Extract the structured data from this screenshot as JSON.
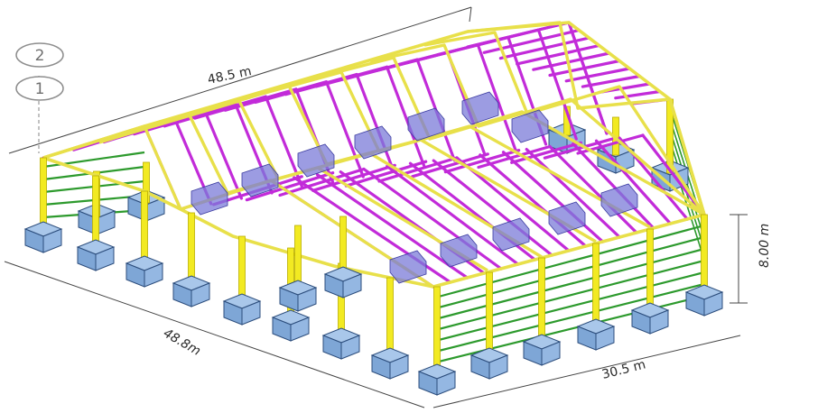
{
  "levels": [
    {
      "label": "2"
    },
    {
      "label": "1"
    }
  ],
  "dimensions": {
    "length_top": "48.5 m",
    "length_side": "48.8m",
    "width": "30.5 m",
    "height": "8.00 m"
  },
  "colors": {
    "column": "#f2ea22",
    "column_edge": "#b9ae00",
    "purlin": "#c22bd9",
    "rafter": "#e8e04a",
    "girt": "#2d9a2d",
    "skylight": "#7b7bd8",
    "footing_top": "#a9c7ea",
    "footing_side": "#7ea6d6",
    "footing_edge": "#2c4d7c",
    "dimension_line": "#444444"
  }
}
